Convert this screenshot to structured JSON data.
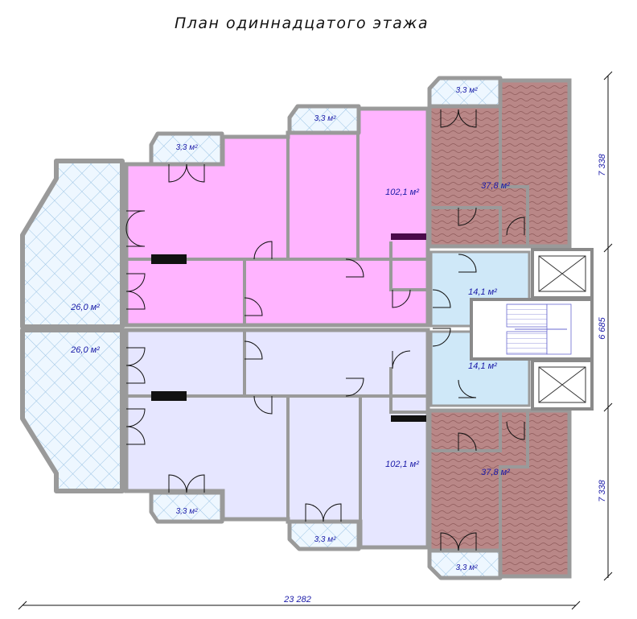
{
  "title": "План одиннадцатого этажа",
  "colors": {
    "apt_pink": "#ffb4ff",
    "apt_lavender": "#e6e6ff",
    "apt_brown": "#b48080",
    "loggia": "#dcefff",
    "stair_hall": "#cfe8f8",
    "wall": "#9a9a9a",
    "label": "#1a1aa8"
  },
  "icons": [
    "door-swing-icon",
    "elevator-shaft-icon",
    "staircase-icon",
    "radiator-icon",
    "dimension-line-icon"
  ],
  "areas": {
    "balcony_top_left": "3,3 м²",
    "balcony_top_mid": "3,3 м²",
    "balcony_top_right": "3,3 м²",
    "loggia_upper": "26,0 м²",
    "loggia_lower": "26,0 м²",
    "apt_top_pink": "102,1 м²",
    "apt_bottom_lavender": "102,1 м²",
    "apt_top_brown": "37,8 м²",
    "apt_bottom_brown": "37,8 м²",
    "hall_upper": "14,1 м²",
    "hall_lower": "14,1 м²",
    "balcony_bottom_left": "3,3 м²",
    "balcony_bottom_mid": "3,3 м²",
    "balcony_bottom_right": "3,3 м²"
  },
  "dimensions": {
    "right_top": "7 338",
    "right_middle": "6 685",
    "right_bottom": "7 338",
    "bottom_total": "23 282"
  }
}
